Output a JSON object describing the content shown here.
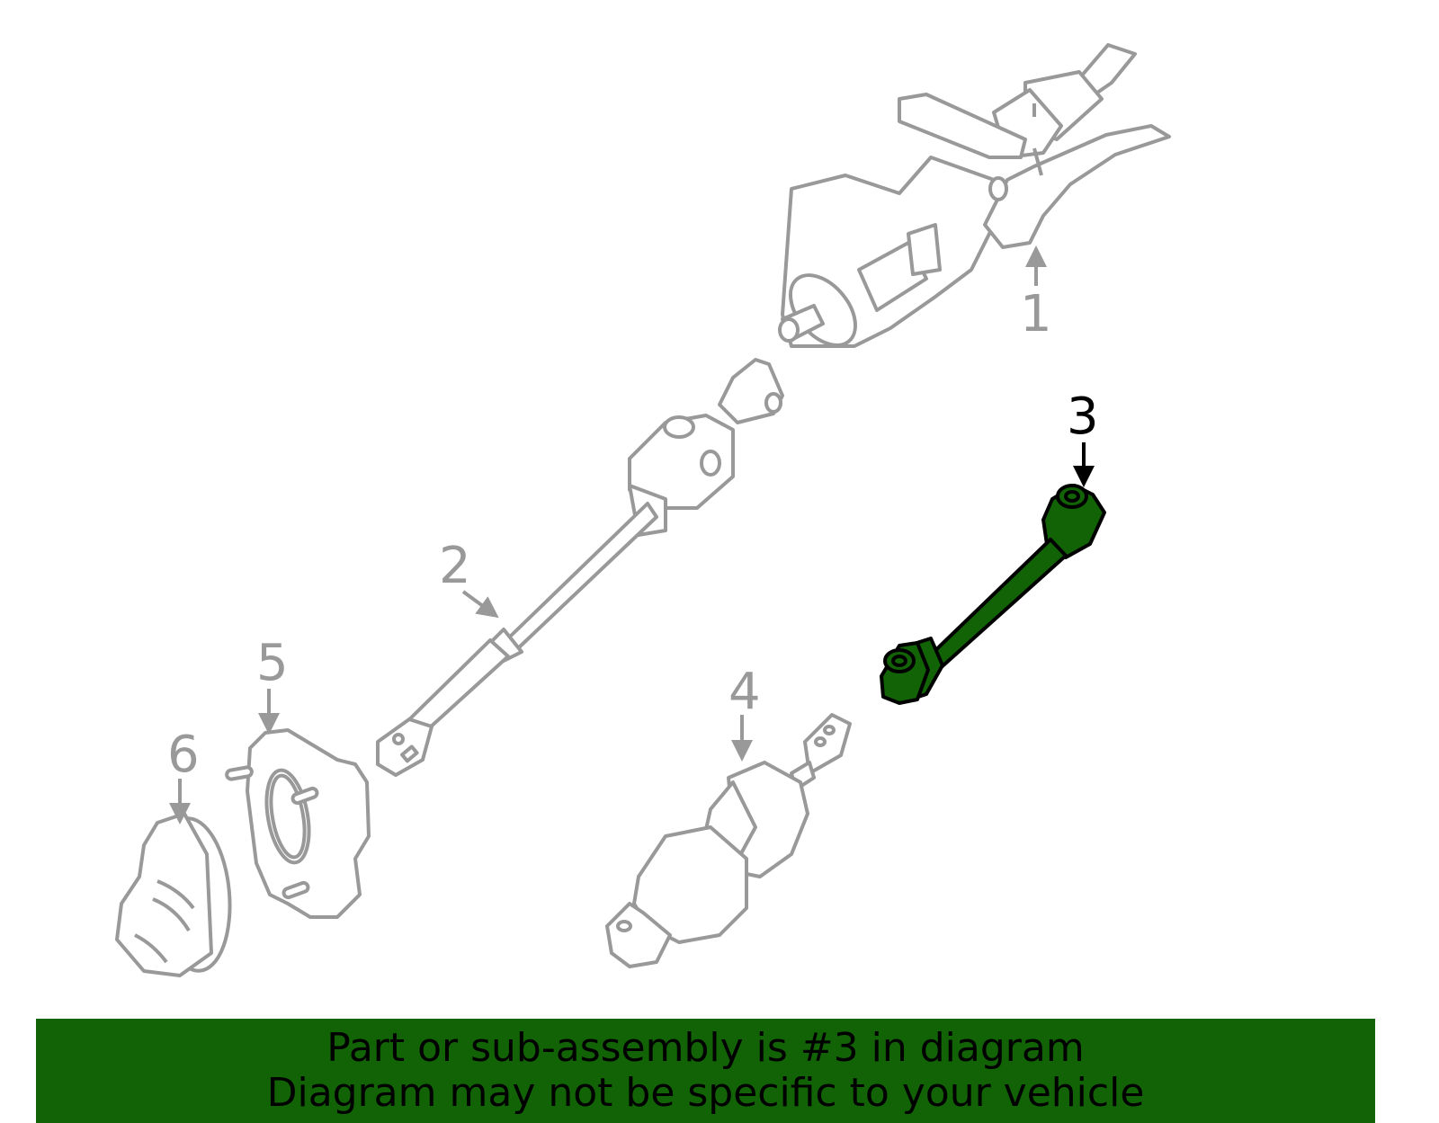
{
  "diagram": {
    "colors": {
      "part_outline": "#999999",
      "highlight_fill": "#116306",
      "highlight_outline": "#000000",
      "background": "#ffffff"
    },
    "callouts": [
      {
        "number": "1",
        "part": "steering-column",
        "highlighted": false
      },
      {
        "number": "2",
        "part": "intermediate-shaft",
        "highlighted": false
      },
      {
        "number": "3",
        "part": "lower-intermediate-shaft",
        "highlighted": true
      },
      {
        "number": "4",
        "part": "steering-shaft-coupler",
        "highlighted": false
      },
      {
        "number": "5",
        "part": "column-seal-plate",
        "highlighted": false
      },
      {
        "number": "6",
        "part": "boot-seal",
        "highlighted": false
      }
    ]
  },
  "banner": {
    "line1": "Part or sub-assembly is #3 in diagram",
    "line2": "Diagram may not be specific to your vehicle",
    "background": "#116306"
  }
}
